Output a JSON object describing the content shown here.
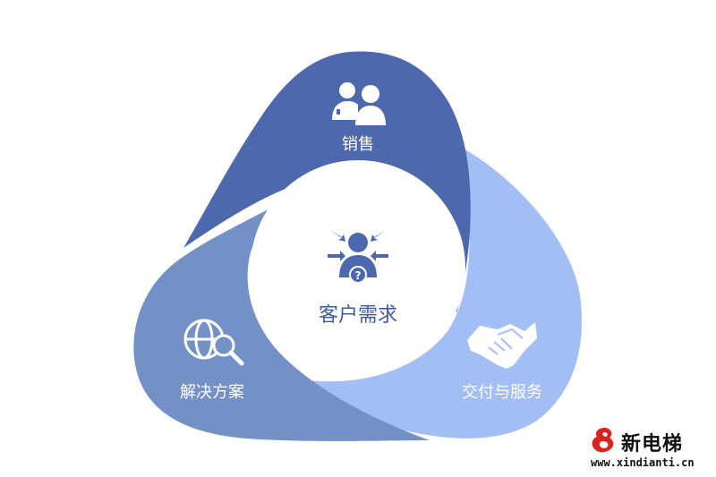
{
  "diagram": {
    "center": {
      "label": "客户需求",
      "icon": "customer-question-icon"
    },
    "segments": [
      {
        "id": "sales",
        "label": "销售",
        "icon": "people-icon",
        "color": "#4d68ad"
      },
      {
        "id": "service",
        "label": "交付与服务",
        "icon": "handshake-icon",
        "color": "#a3bdf5"
      },
      {
        "id": "solution",
        "label": "解决方案",
        "icon": "globe-search-icon",
        "color": "#7391c7"
      }
    ]
  },
  "watermark": {
    "logo": "xindianti-logo-icon",
    "title": "新电梯",
    "url": "www.xindianti.cn"
  },
  "colors": {
    "center_text": "#3f5aa0",
    "center_icon": "#4d68ad",
    "background": "#ffffff",
    "logo_red": "#d9241b"
  }
}
